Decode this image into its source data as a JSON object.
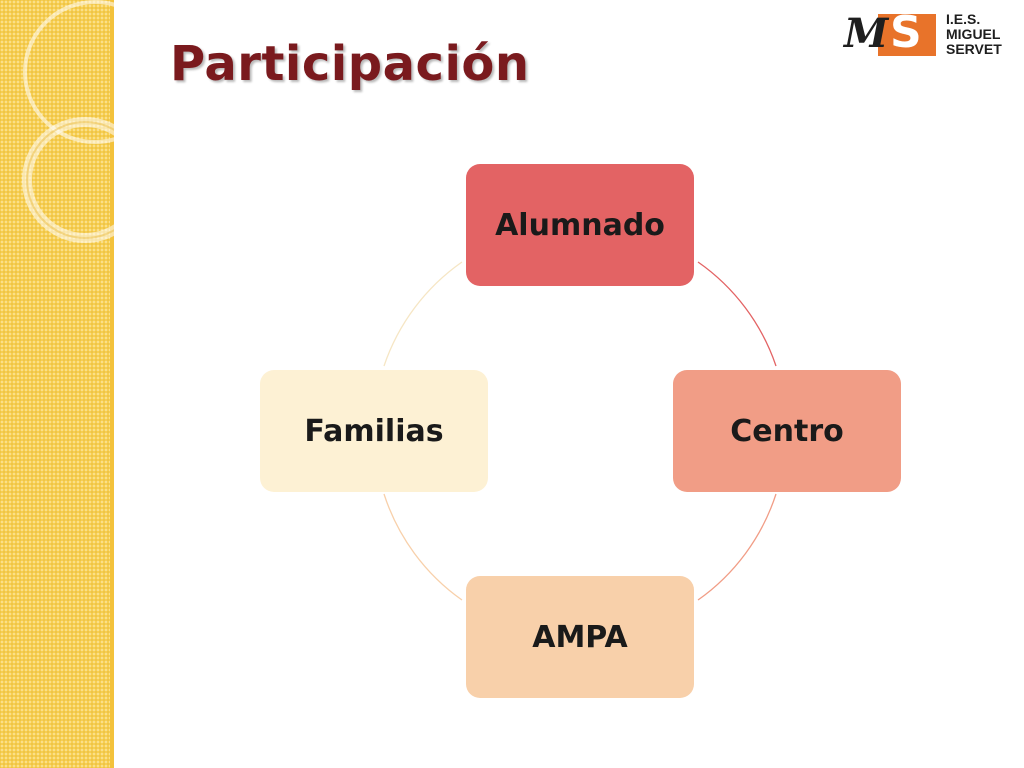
{
  "slide": {
    "title": "Participación"
  },
  "logo": {
    "monogram": "M",
    "letter": "S",
    "lines": [
      "I.E.S.",
      "MIGUEL",
      "SERVET"
    ]
  },
  "diagram": {
    "nodes": [
      {
        "label": "Alumnado",
        "color": "#e36364"
      },
      {
        "label": "Centro",
        "color": "#f19d86"
      },
      {
        "label": "AMPA",
        "color": "#f8d0aa"
      },
      {
        "label": "Familias",
        "color": "#fdf1d4"
      }
    ],
    "connectors": [
      {
        "from": "Alumnado",
        "to": "Centro",
        "color": "#e36364"
      },
      {
        "from": "Centro",
        "to": "AMPA",
        "color": "#f19d86"
      },
      {
        "from": "AMPA",
        "to": "Familias",
        "color": "#f8d0aa"
      },
      {
        "from": "Familias",
        "to": "Alumnado",
        "color": "#fdf1d4"
      }
    ]
  },
  "theme": {
    "title_color": "#7a1a1e",
    "band_color": "#f7cf52",
    "logo_accent": "#e8732a"
  }
}
